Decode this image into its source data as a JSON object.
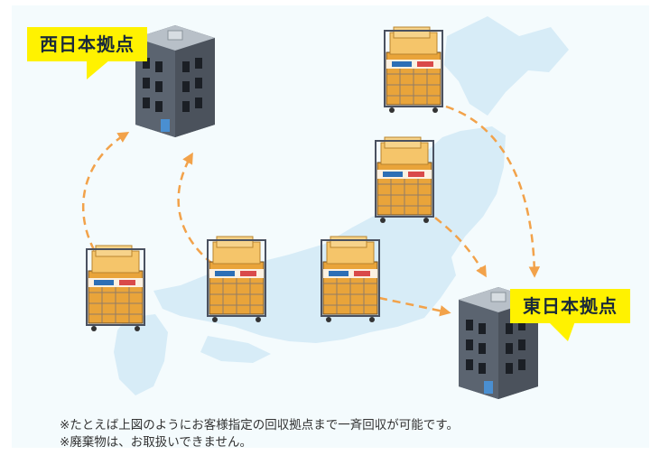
{
  "labels": {
    "west_hub": "西日本拠点",
    "east_hub": "東日本拠点"
  },
  "notes": [
    "※たとえば上図のようにお客様指定の回収拠点まで一斉回収が可能です。",
    "※廃棄物は、お取扱いできません。"
  ],
  "colors": {
    "callout": "#fff200",
    "arrow": "#f2a24a",
    "map_land": "#d7ecf7",
    "background": "#f4fbfd",
    "building": "#5b6470",
    "cart_box": "#f0b24a"
  },
  "icons": {
    "hub": "office-building-icon",
    "cart": "roll-cart-with-boxes-icon",
    "map": "japan-map"
  }
}
